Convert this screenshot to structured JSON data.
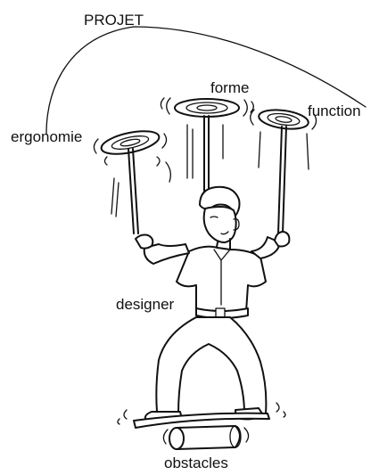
{
  "labels": {
    "project": "PROJET",
    "form": "forme",
    "function": "function",
    "ergonomics": "ergonomie",
    "designer": "designer",
    "obstacles": "obstacles"
  },
  "colors": {
    "ink": "#111111",
    "paper": "#ffffff",
    "shade": "#9a9a9a"
  }
}
